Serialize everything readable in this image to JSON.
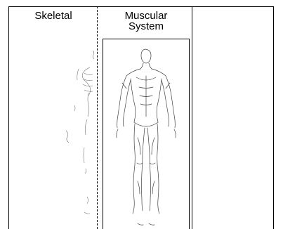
{
  "panels": {
    "skeletal": {
      "label": "Skeletal"
    },
    "muscular": {
      "label_line1": "Muscular",
      "label_line2": "System"
    }
  },
  "colors": {
    "ink": "#000000",
    "background": "#ffffff"
  }
}
